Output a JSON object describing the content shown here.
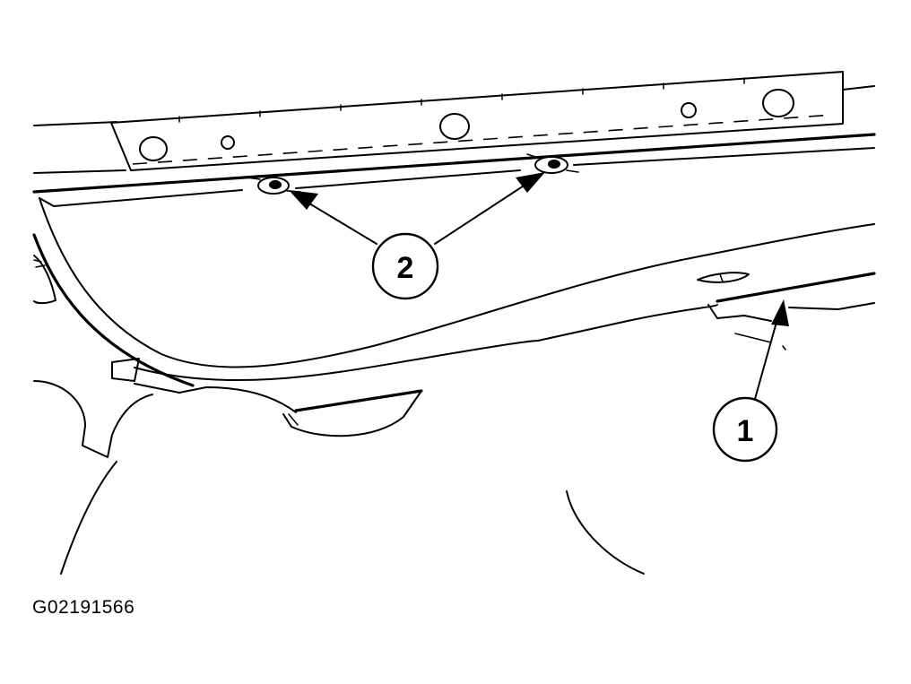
{
  "callouts": {
    "c1": "1",
    "c2": "2"
  },
  "figure_id": "G02191566"
}
